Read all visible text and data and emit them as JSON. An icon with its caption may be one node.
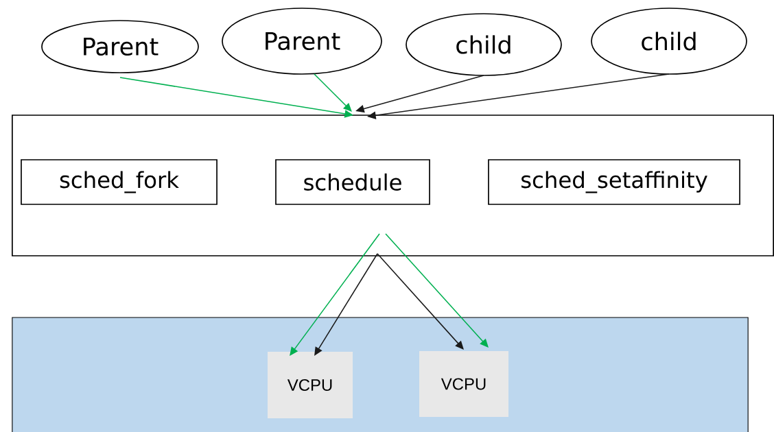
{
  "diagram": {
    "nodes": [
      {
        "text": [
          "Parent"
        ]
      },
      {
        "text": [
          "Parent"
        ]
      },
      {
        "text": [
          "child"
        ]
      },
      {
        "text": [
          "child"
        ]
      },
      {
        "text": [],
        "shape": "box"
      },
      {
        "text": [
          "sched_fork"
        ],
        "in": 4
      },
      {
        "text": [
          "schedule"
        ],
        "in": 4
      },
      {
        "text": [
          "sched_setaffinity"
        ],
        "in": 4
      },
      {
        "text": [],
        "shape": "box"
      },
      {
        "text": [
          "VCPU"
        ],
        "in": 8
      },
      {
        "text": [
          "VCPU"
        ],
        "in": 8
      }
    ],
    "edges": [
      {
        "from": 0,
        "to": 4,
        "arrow": "to",
        "color": "#00b050"
      },
      {
        "from": 1,
        "to": 4,
        "arrow": "to",
        "color": "#00b050"
      },
      {
        "from": 2,
        "to": 4,
        "arrow": "to",
        "color": "#1a1a1a"
      },
      {
        "from": 3,
        "to": 4,
        "arrow": "to",
        "color": "#1a1a1a"
      },
      {
        "from": 4,
        "to": 9,
        "arrow": "to",
        "color": "#00b050"
      },
      {
        "from": 4,
        "to": 9,
        "arrow": "to",
        "color": "#1a1a1a"
      },
      {
        "from": 4,
        "to": 10,
        "arrow": "to",
        "color": "#1a1a1a"
      },
      {
        "from": 4,
        "to": 10,
        "arrow": "to",
        "color": "#00b050"
      }
    ]
  }
}
